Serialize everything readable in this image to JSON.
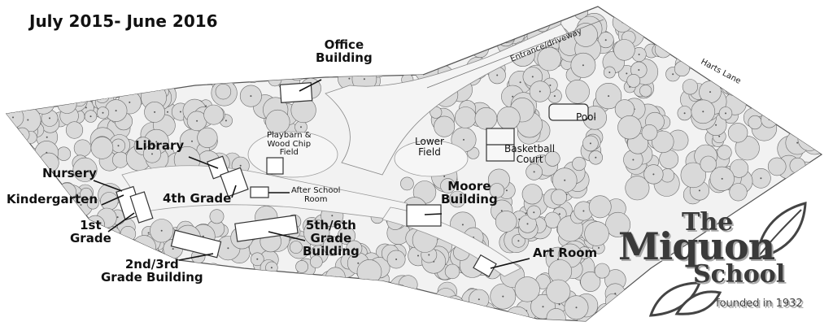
{
  "title": "July 2015- June 2016",
  "roads": {
    "entrance": "Entrance/driveway",
    "harts_lane": "Harts Lane"
  },
  "labels": {
    "office": [
      "Office",
      "Building"
    ],
    "playbarn": [
      "Playbarn &",
      "Wood Chip",
      "Field"
    ],
    "library": "Library",
    "nursery": "Nursery",
    "kindergarten": "Kindergarten",
    "first_grade": [
      "1st",
      "Grade"
    ],
    "fourth_grade": "4th Grade",
    "after_school": [
      "After School",
      "Room"
    ],
    "fifth_sixth": [
      "5th/6th",
      "Grade",
      "Building"
    ],
    "second_third": [
      "2nd/3rd",
      "Grade Building"
    ],
    "lower_field": [
      "Lower",
      "Field"
    ],
    "basketball": [
      "Basketball",
      "Court"
    ],
    "pool": "Pool",
    "moore": [
      "Moore",
      "Building"
    ],
    "art_room": "Art Room"
  },
  "logo": {
    "the": "The",
    "miquon": "Miquon",
    "school": "School",
    "founded": "founded in 1932"
  },
  "colors": {
    "tree_fill": "#d9d9d9",
    "tree_stroke": "#6a6a6a",
    "ground": "#f2f2f2",
    "building": "#ffffff"
  }
}
